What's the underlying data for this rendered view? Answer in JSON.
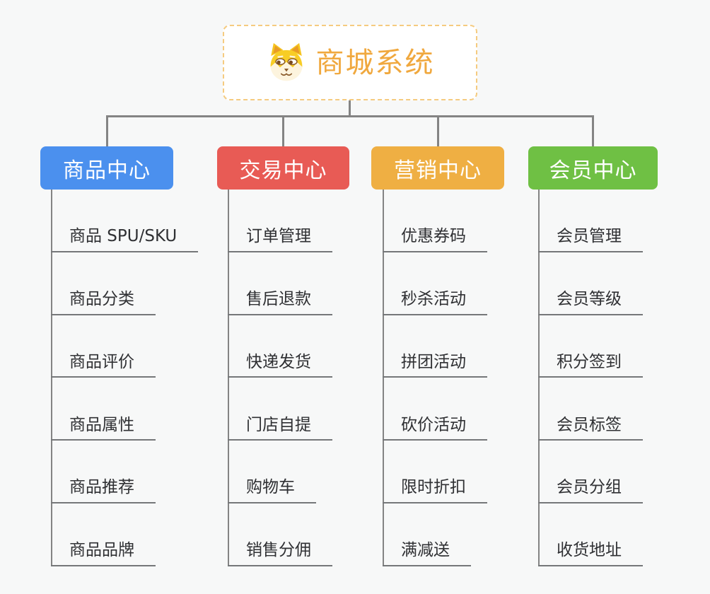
{
  "page": {
    "background": "#f7f8f8",
    "connector_color": "#848484",
    "underline_color": "#757779"
  },
  "root": {
    "title": "商城系统",
    "icon": "dog-face-icon",
    "text_color": "#f0a83e",
    "border_color": "#f5cb80"
  },
  "branches": [
    {
      "label": "商品中心",
      "color": "#4b90ee",
      "children": [
        "商品 SPU/SKU",
        "商品分类",
        "商品评价",
        "商品属性",
        "商品推荐",
        "商品品牌"
      ]
    },
    {
      "label": "交易中心",
      "color": "#e85b55",
      "children": [
        "订单管理",
        "售后退款",
        "快递发货",
        "门店自提",
        "购物车",
        "销售分佣"
      ]
    },
    {
      "label": "营销中心",
      "color": "#efaf43",
      "children": [
        "优惠券码",
        "秒杀活动",
        "拼团活动",
        "砍价活动",
        "限时折扣",
        "满减送"
      ]
    },
    {
      "label": "会员中心",
      "color": "#6fc044",
      "children": [
        "会员管理",
        "会员等级",
        "积分签到",
        "会员标签",
        "会员分组",
        "收货地址"
      ]
    }
  ]
}
